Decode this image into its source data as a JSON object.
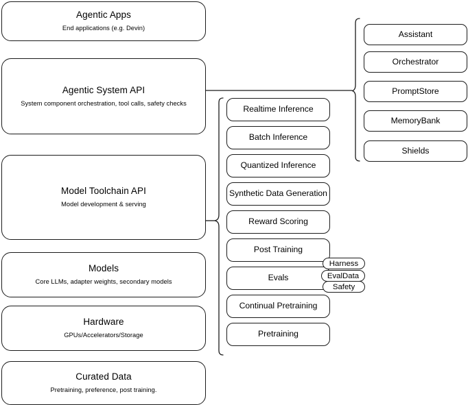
{
  "diagram": {
    "title": "AI stack layered architecture",
    "stroke_color": "#1a1a1a",
    "background_color": "#ffffff",
    "layers": [
      {
        "id": "agentic-apps",
        "title": "Agentic Apps",
        "subtitle": "End applications (e.g. Devin)"
      },
      {
        "id": "agentic-system-api",
        "title": "Agentic System API",
        "subtitle": "System component orchestration, tool calls, safety checks"
      },
      {
        "id": "model-toolchain-api",
        "title": "Model Toolchain API",
        "subtitle": "Model development & serving"
      },
      {
        "id": "models",
        "title": "Models",
        "subtitle": "Core LLMs, adapter weights, secondary models"
      },
      {
        "id": "hardware",
        "title": "Hardware",
        "subtitle": "GPUs/Accelerators/Storage"
      },
      {
        "id": "curated-data",
        "title": "Curated Data",
        "subtitle": "Pretraining, preference, post training."
      }
    ],
    "toolchain_items": [
      {
        "id": "realtime-inference",
        "label": "Realtime Inference"
      },
      {
        "id": "batch-inference",
        "label": "Batch Inference"
      },
      {
        "id": "quantized-inference",
        "label": "Quantized Inference"
      },
      {
        "id": "synthetic-data-generation",
        "label": "Synthetic Data Generation"
      },
      {
        "id": "reward-scoring",
        "label": "Reward Scoring"
      },
      {
        "id": "post-training",
        "label": "Post Training"
      },
      {
        "id": "evals",
        "label": "Evals"
      },
      {
        "id": "continual-pretraining",
        "label": "Continual Pretraining"
      },
      {
        "id": "pretraining",
        "label": "Pretraining"
      }
    ],
    "evals_tags": [
      {
        "id": "harness",
        "label": "Harness"
      },
      {
        "id": "evaldata",
        "label": "EvalData"
      },
      {
        "id": "safety",
        "label": "Safety"
      }
    ],
    "system_items": [
      {
        "id": "assistant",
        "label": "Assistant"
      },
      {
        "id": "orchestrator",
        "label": "Orchestrator"
      },
      {
        "id": "promptstore",
        "label": "PromptStore"
      },
      {
        "id": "memorybank",
        "label": "MemoryBank"
      },
      {
        "id": "shields",
        "label": "Shields"
      }
    ]
  }
}
